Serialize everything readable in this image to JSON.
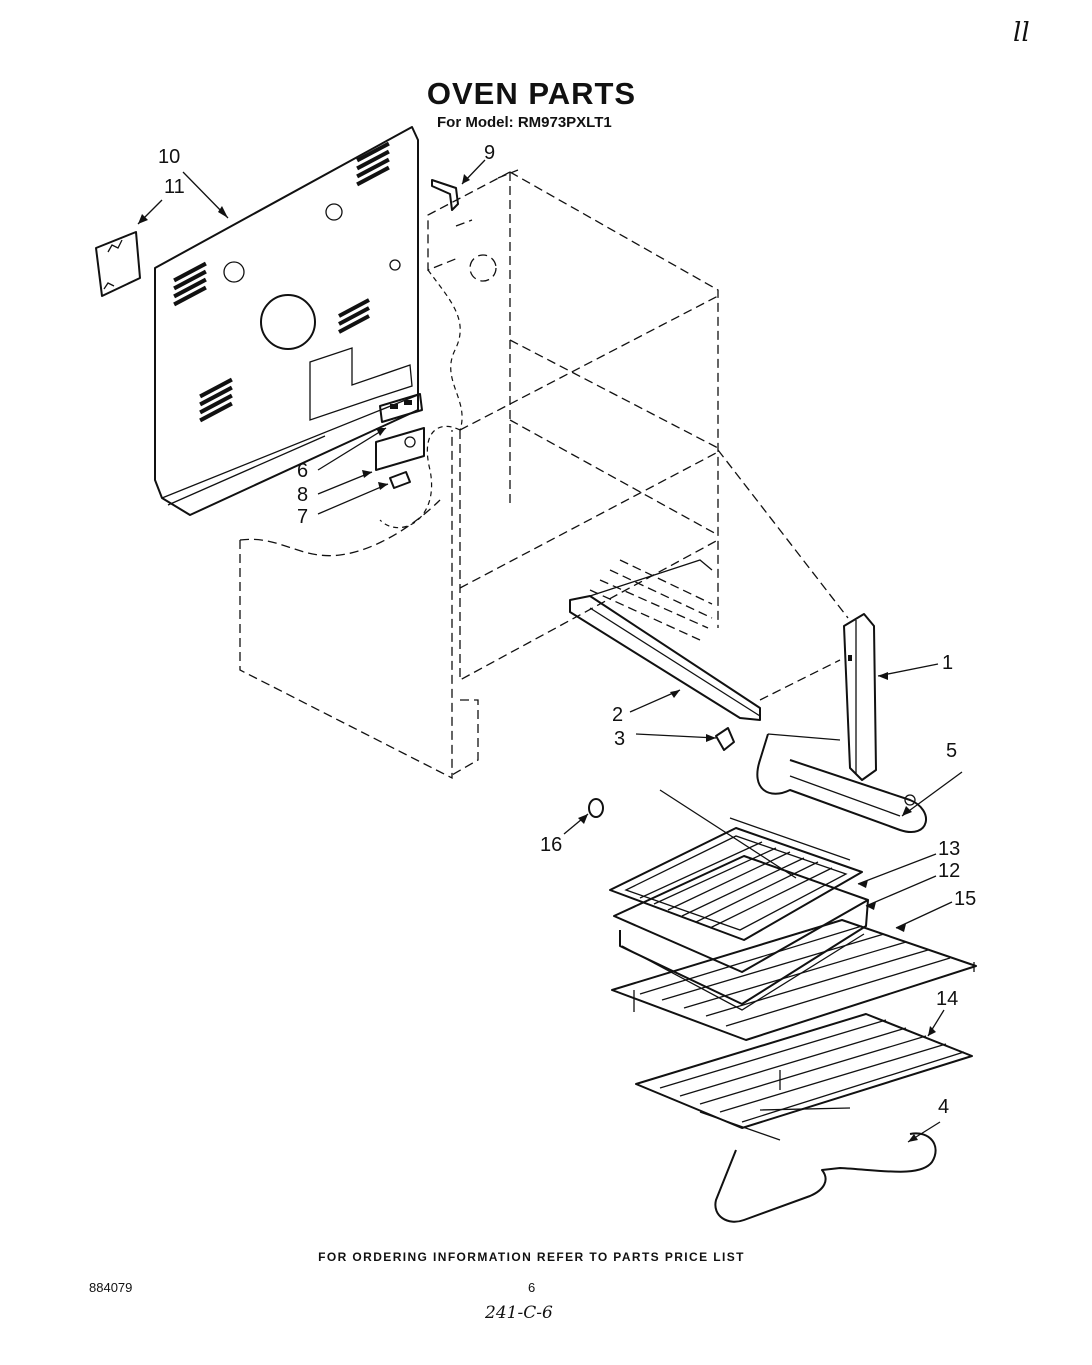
{
  "header": {
    "corner_mark": "ll",
    "title": "OVEN PARTS",
    "model_line": "For Model: RM973PXLT1"
  },
  "callouts": [
    {
      "id": "1",
      "label": "1"
    },
    {
      "id": "2",
      "label": "2"
    },
    {
      "id": "3",
      "label": "3"
    },
    {
      "id": "4",
      "label": "4"
    },
    {
      "id": "5",
      "label": "5"
    },
    {
      "id": "6",
      "label": "6"
    },
    {
      "id": "7",
      "label": "7"
    },
    {
      "id": "8",
      "label": "8"
    },
    {
      "id": "9",
      "label": "9"
    },
    {
      "id": "10",
      "label": "10"
    },
    {
      "id": "11",
      "label": "11"
    },
    {
      "id": "12",
      "label": "12"
    },
    {
      "id": "13",
      "label": "13"
    },
    {
      "id": "14",
      "label": "14"
    },
    {
      "id": "15",
      "label": "15"
    },
    {
      "id": "16",
      "label": "16"
    }
  ],
  "footer": {
    "ordering_note": "FOR ORDERING INFORMATION REFER TO PARTS PRICE LIST",
    "doc_number": "884079",
    "page_number": "6",
    "handwritten_note": "241-C-6"
  }
}
